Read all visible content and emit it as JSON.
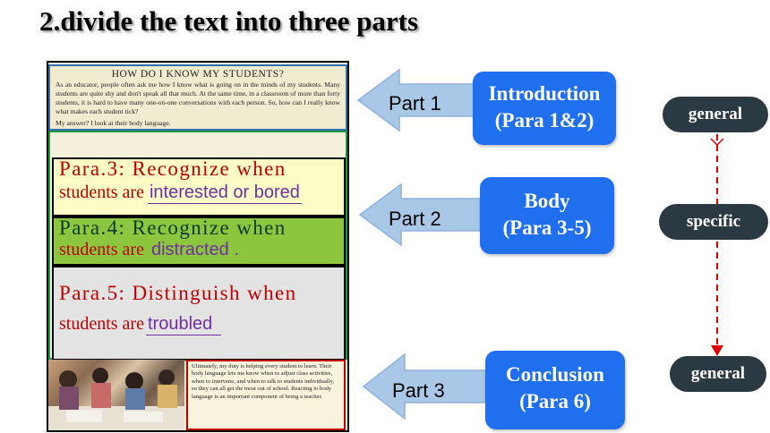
{
  "slide": {
    "title": "2.divide the text into three parts"
  },
  "document": {
    "heading": "HOW DO I KNOW MY STUDENTS?",
    "intro_text": "As an educator, people often ask me how I know what is going on in the minds of my students. Many students are quite shy and don't speak all that much. At the same time, in a classroom of more than forty students, it is hard to have many one-on-one conversations with each person. So, how can I really know what makes each student tick?",
    "intro_text2": "My answer? I look at their body language.",
    "para3_head": "Para.3: Recognize when",
    "para3_line": "students are",
    "para3_answer": "interested or bored",
    "para4_head": "Para.4: Recognize when",
    "para4_line": "students are",
    "para4_answer": "distracted",
    "para4_end": ".",
    "para5_head": "Para.5: Distinguish when",
    "para5_line": "students are",
    "para5_answer": "troubled",
    "conclusion_text": "Ultimately, my duty is helping every student to learn. Their body language lets me know when to adjust class activities, when to intervene, and when to talk to students individually, so they can all get the most out of school. Reacting to body language is an important component of being a teacher."
  },
  "arrows": [
    {
      "label": "Part 1"
    },
    {
      "label": "Part 2"
    },
    {
      "label": "Part 3"
    }
  ],
  "sections": [
    {
      "line1": "Introduction",
      "line2": "(Para 1&2)"
    },
    {
      "line1": "Body",
      "line2": "(Para 3-5)"
    },
    {
      "line1": "Conclusion",
      "line2": "(Para 6)"
    }
  ],
  "flow": {
    "top": "general",
    "middle": "specific",
    "bottom": "general"
  },
  "colors": {
    "section_box": "#1f6fef",
    "arrow_fill": "#a9c8e8",
    "pill": "#2b3a42",
    "dashed_line": "#e00000",
    "para_red": "#c00000",
    "answer_purple": "#7030a0"
  }
}
